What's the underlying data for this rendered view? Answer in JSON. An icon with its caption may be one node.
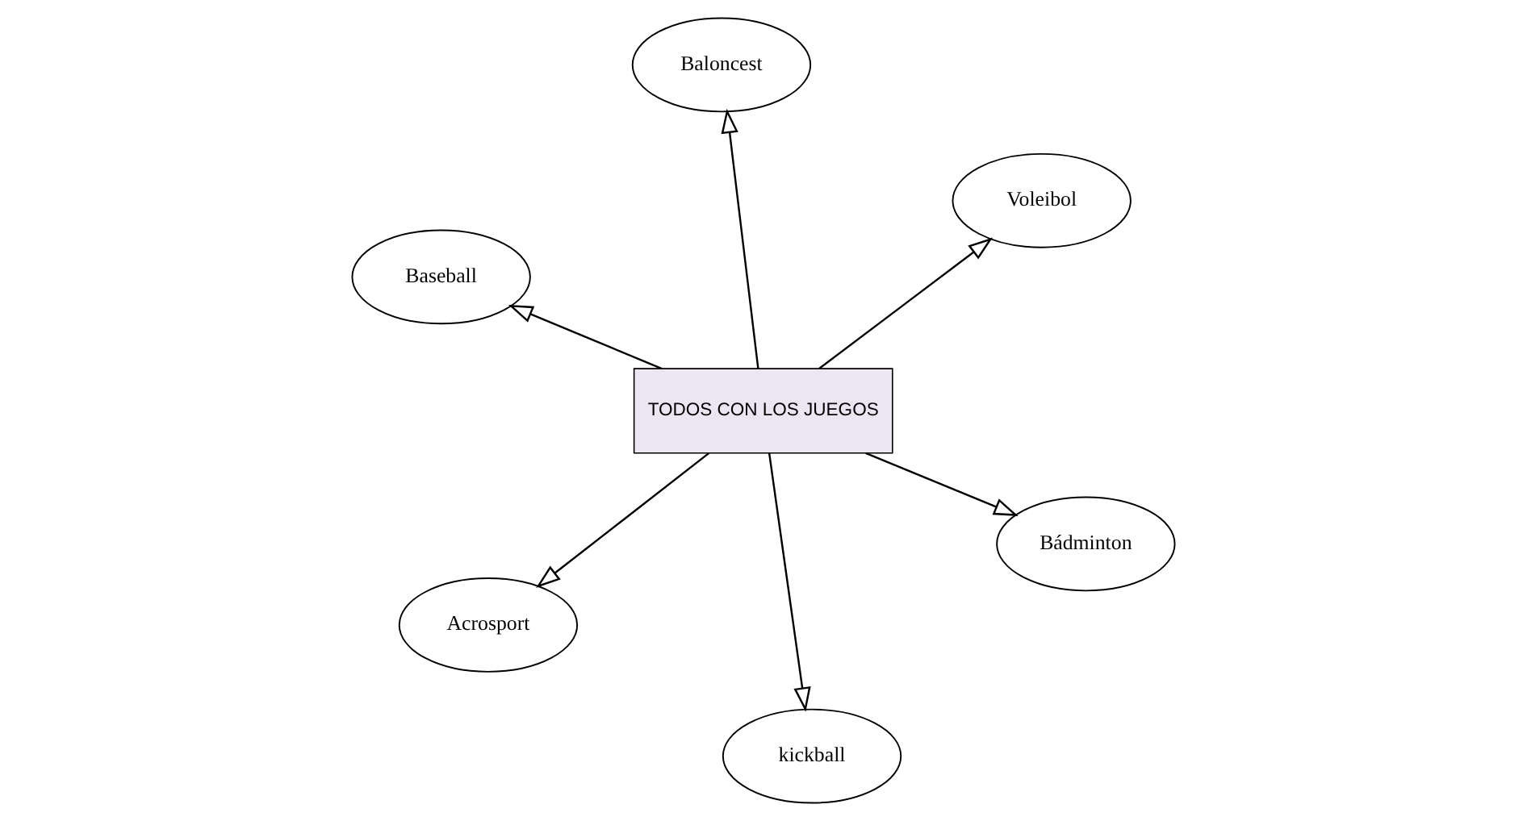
{
  "diagram": {
    "nodes": [
      {
        "text": [
          "Baseball"
        ]
      },
      {
        "text": [
          "Bádminton"
        ]
      },
      {
        "text": [
          "kickball"
        ]
      },
      {
        "text": [
          "TODOS CON LOS JUEGOS"
        ]
      },
      {
        "text": [
          "Voleibol"
        ]
      },
      {
        "text": [
          "Baloncest"
        ]
      },
      {
        "text": [
          "Acrosport"
        ]
      }
    ],
    "edges": [
      {
        "from": 3,
        "to": 0,
        "arrow": "to"
      },
      {
        "from": 3,
        "to": 1,
        "arrow": "to"
      },
      {
        "from": 3,
        "to": 2,
        "arrow": "to"
      },
      {
        "from": 3,
        "to": 4,
        "arrow": "to"
      },
      {
        "from": 3,
        "to": 5,
        "arrow": "to"
      },
      {
        "from": 3,
        "to": 6,
        "arrow": "to"
      }
    ]
  }
}
